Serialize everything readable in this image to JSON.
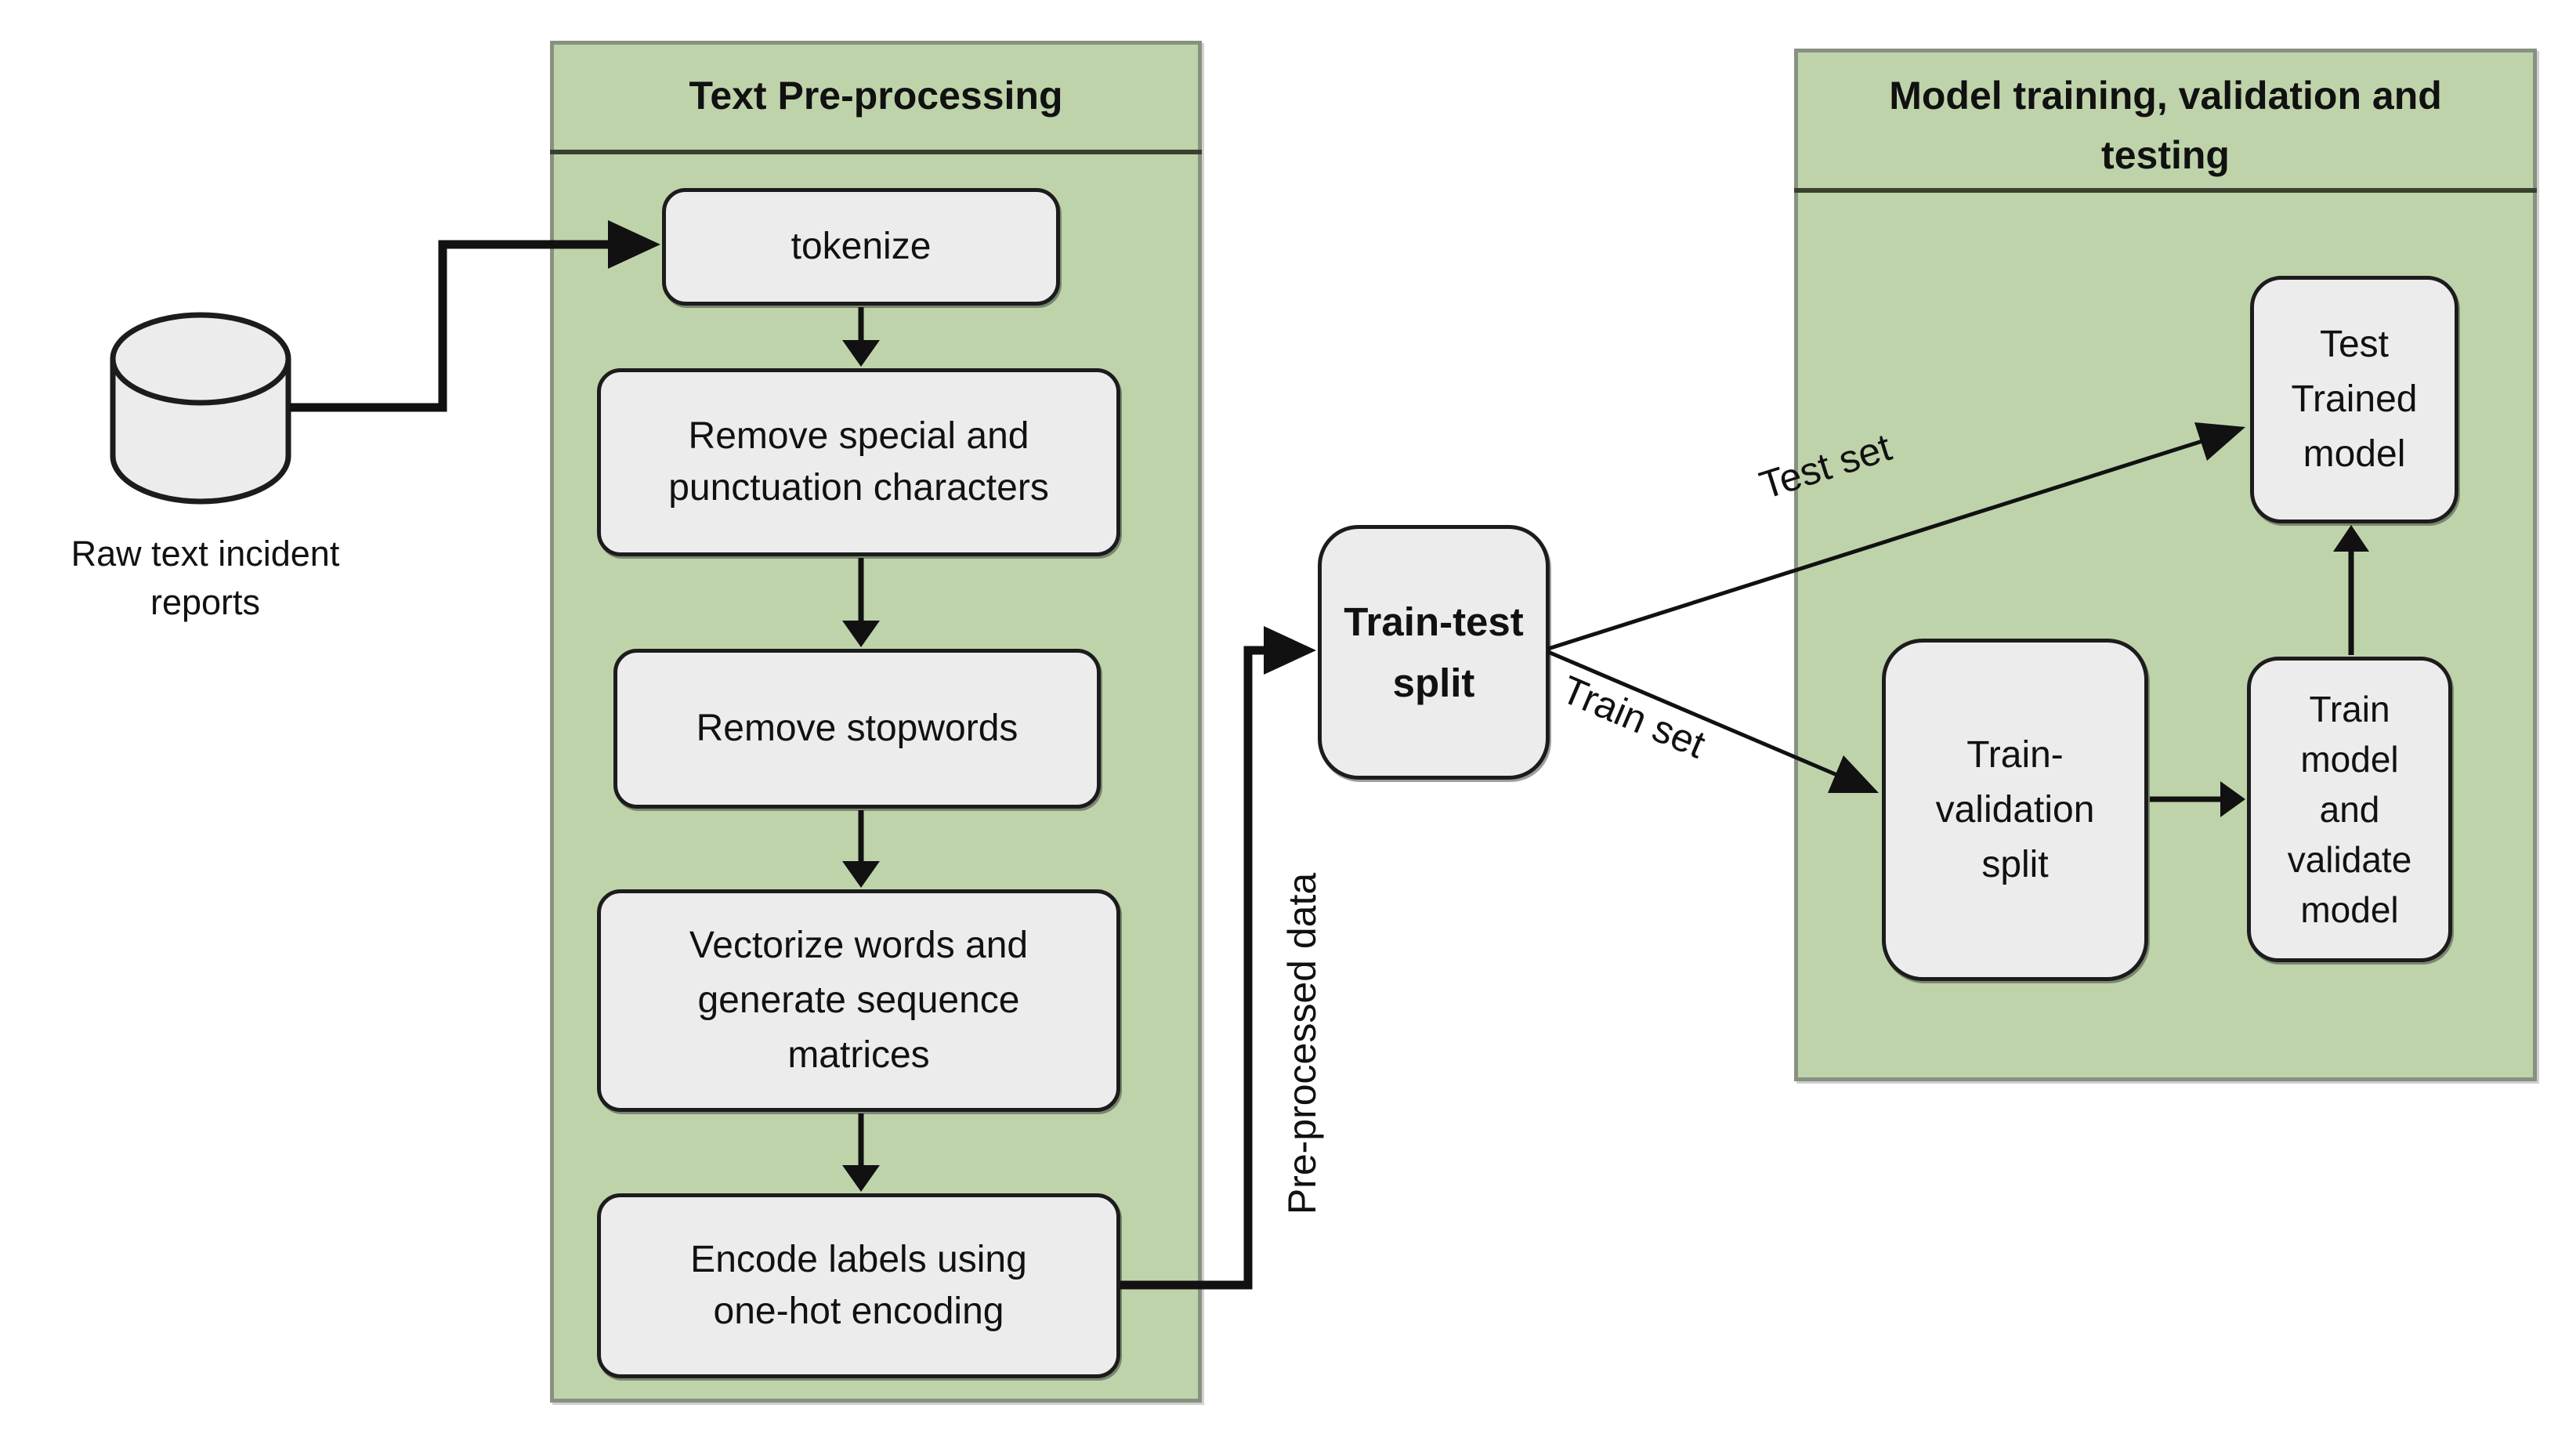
{
  "colors": {
    "panel_green": "#bfd3ab",
    "panel_border": "#889180",
    "sep_color": "#39402f",
    "box_fill": "#ececec",
    "box_border": "#1c1c1c",
    "arrow": "#111111",
    "text": "#111111"
  },
  "source": {
    "label": "Raw text incident\nreports"
  },
  "preprocessing_panel": {
    "title": "Text Pre-processing",
    "steps": [
      "tokenize",
      "Remove special and\npunctuation characters",
      "Remove stopwords",
      "Vectorize words and\ngenerate sequence\nmatrices",
      "Encode labels  using\none-hot encoding"
    ]
  },
  "split_node": {
    "label": "Train-test\nsplit"
  },
  "edges": {
    "preprocessed": "Pre-processed data",
    "test_set": "Test set",
    "train_set": "Train set"
  },
  "training_panel": {
    "title": "Model training, validation and\ntesting",
    "nodes": {
      "train_validation_split": "Train-\nvalidation\nsplit",
      "train_model_validate": "Train\nmodel\nand\nvalidate\nmodel",
      "test_trained_model": "Test\nTrained\nmodel"
    }
  }
}
